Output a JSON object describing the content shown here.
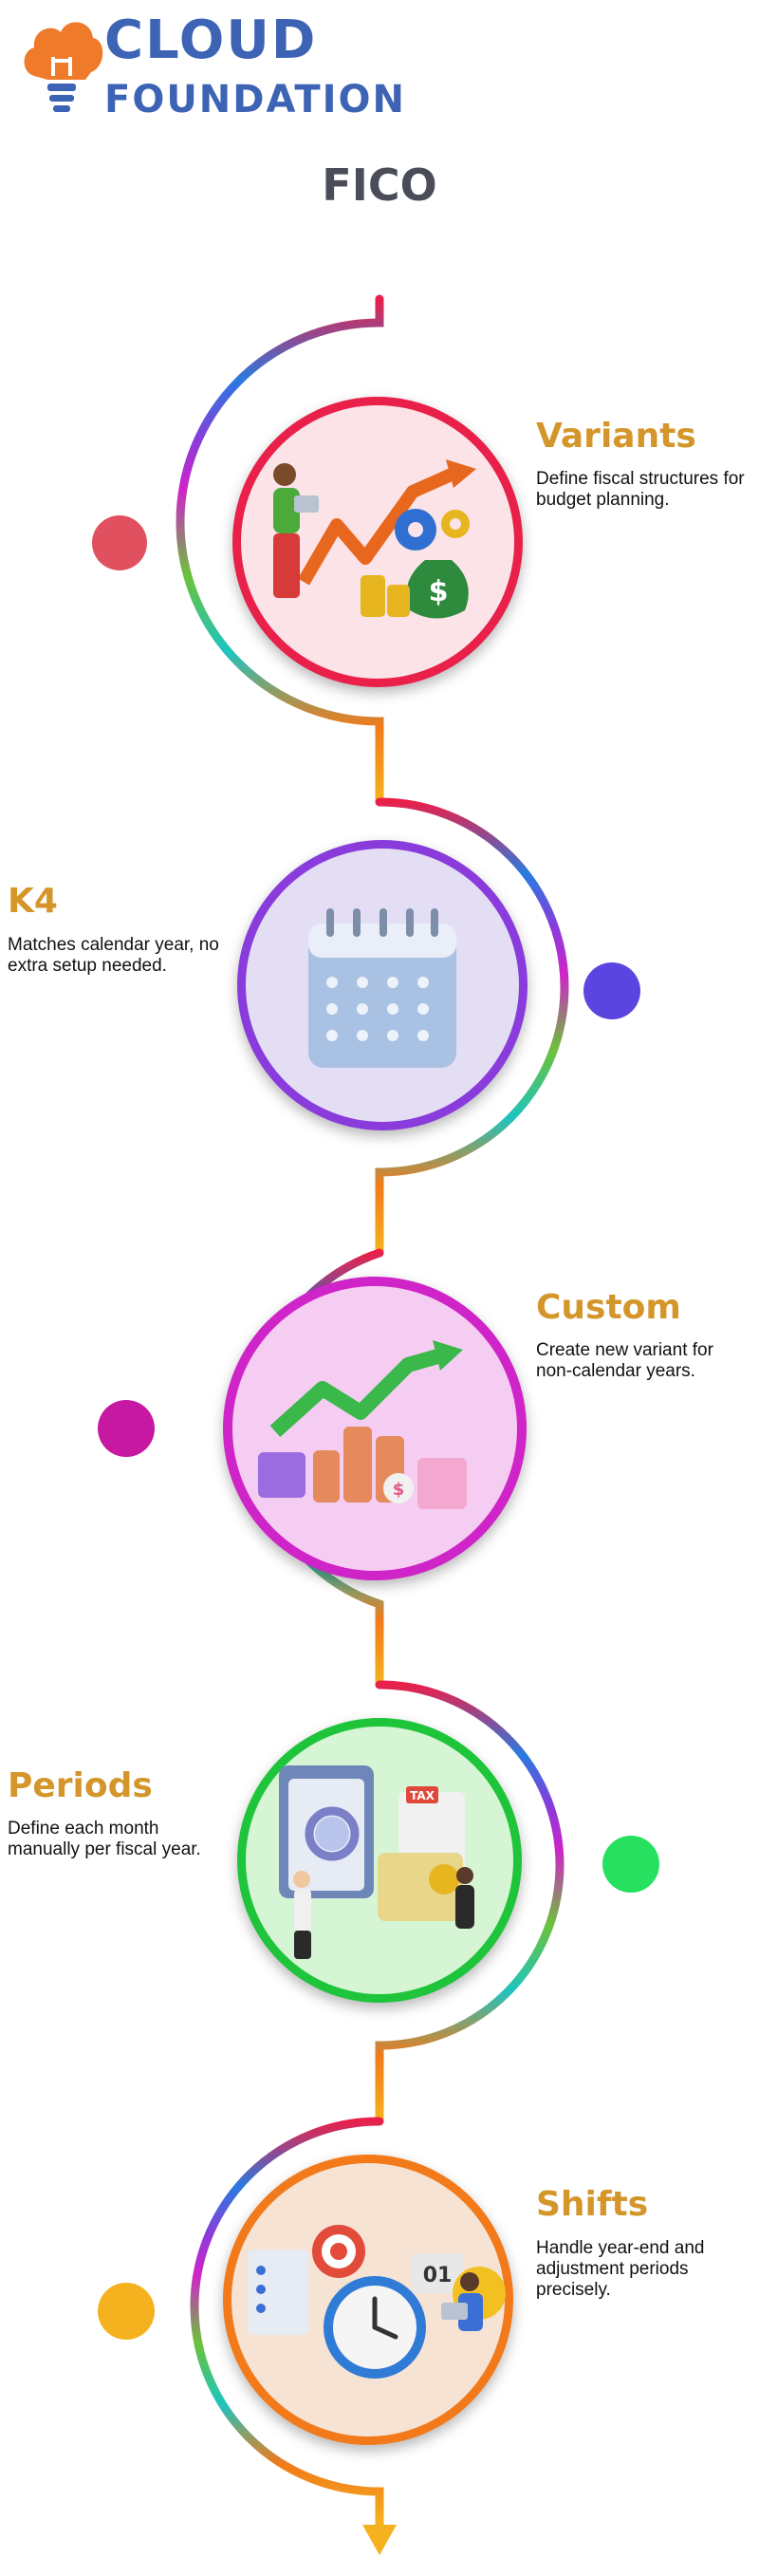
{
  "logo": {
    "line1": "CLOUD",
    "line2": "FOUNDATION"
  },
  "title": "FICO",
  "steps": [
    {
      "title": "Variants",
      "desc": "Define fiscal structures for budget planning.",
      "icon": "growth-chart-money-bag-icon",
      "color": "#e8204a",
      "inner": "#fbe3e7"
    },
    {
      "title": "K4",
      "desc": "Matches calendar year, no extra setup needed.",
      "icon": "calendar-icon",
      "color": "#8a3bdb",
      "inner": "#e4def5"
    },
    {
      "title": "Custom",
      "desc": "Create new variant for non-calendar years.",
      "icon": "coins-growth-calculator-icon",
      "color": "#cf24c8",
      "inner": "#f6cdf2"
    },
    {
      "title": "Periods",
      "desc": "Define each month manually per fiscal year.",
      "icon": "tax-documents-magnifier-icon",
      "color": "#1ec43a",
      "inner": "#d6f5d4"
    },
    {
      "title": "Shifts",
      "desc": "Handle year-end and adjustment periods precisely.",
      "icon": "alarm-clock-target-icon",
      "color": "#f27a1a",
      "inner": "#f6e3d4"
    }
  ]
}
